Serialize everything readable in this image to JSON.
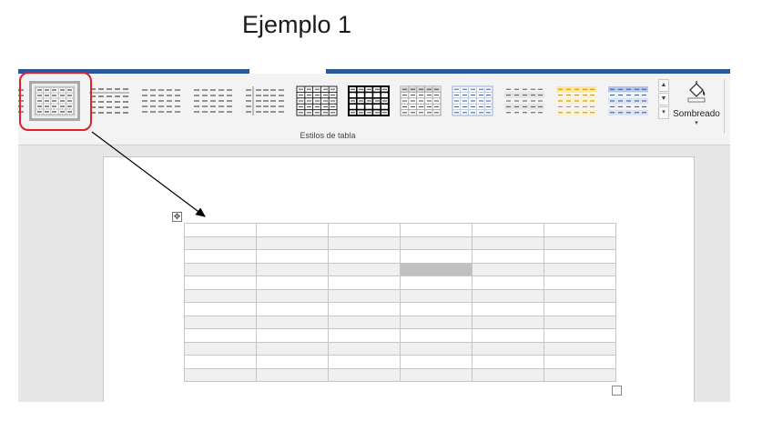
{
  "title": "Ejemplo 1",
  "ribbon": {
    "group_label": "Estilos de tabla",
    "shading_label": "Sombreado",
    "gallery": [
      {
        "name": "table-style-partial",
        "selected": false
      },
      {
        "name": "table-style-grid-light",
        "selected": true
      },
      {
        "name": "table-style-plain-lines",
        "selected": false
      },
      {
        "name": "table-style-plain-dashes",
        "selected": false
      },
      {
        "name": "table-style-plain-dashes-2",
        "selected": false
      },
      {
        "name": "table-style-plain-dashes-3",
        "selected": false
      },
      {
        "name": "table-style-grid-dark",
        "selected": false
      },
      {
        "name": "table-style-grid-bold",
        "selected": false
      },
      {
        "name": "table-style-grid-gray",
        "selected": false
      },
      {
        "name": "table-style-grid-blue",
        "selected": false
      },
      {
        "name": "table-style-banded-gray",
        "selected": false
      },
      {
        "name": "table-style-banded-orange",
        "selected": false
      },
      {
        "name": "table-style-banded-blue",
        "selected": false
      }
    ],
    "colors": {
      "accent": "#2b579a",
      "highlight": "#e0202a"
    }
  },
  "document": {
    "table": {
      "rows": 12,
      "cols": 6,
      "selected_cell": [
        3,
        3
      ]
    }
  }
}
